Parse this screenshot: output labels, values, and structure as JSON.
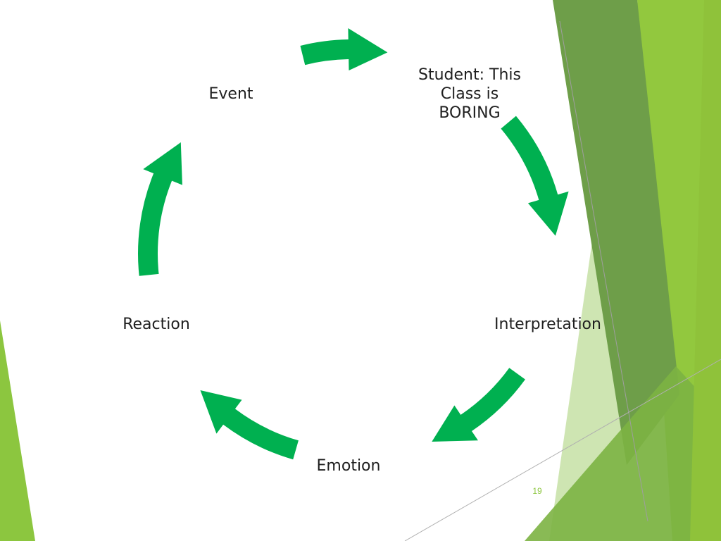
{
  "diagram": {
    "nodes": [
      {
        "id": "student",
        "label": "Student: This\nClass is\nBORING"
      },
      {
        "id": "interpretation",
        "label": "Interpretation"
      },
      {
        "id": "emotion",
        "label": "Emotion"
      },
      {
        "id": "reaction",
        "label": "Reaction"
      },
      {
        "id": "event",
        "label": "Event"
      }
    ],
    "cycle_order": [
      "event",
      "student",
      "interpretation",
      "emotion",
      "reaction"
    ]
  },
  "slide": {
    "page_number": "19"
  },
  "colors": {
    "arrow": "#00b050",
    "accent_light": "#c5e0a5",
    "accent_mid": "#92c83e",
    "accent_dark": "#6e9e49",
    "page_number": "#8cc63f"
  }
}
